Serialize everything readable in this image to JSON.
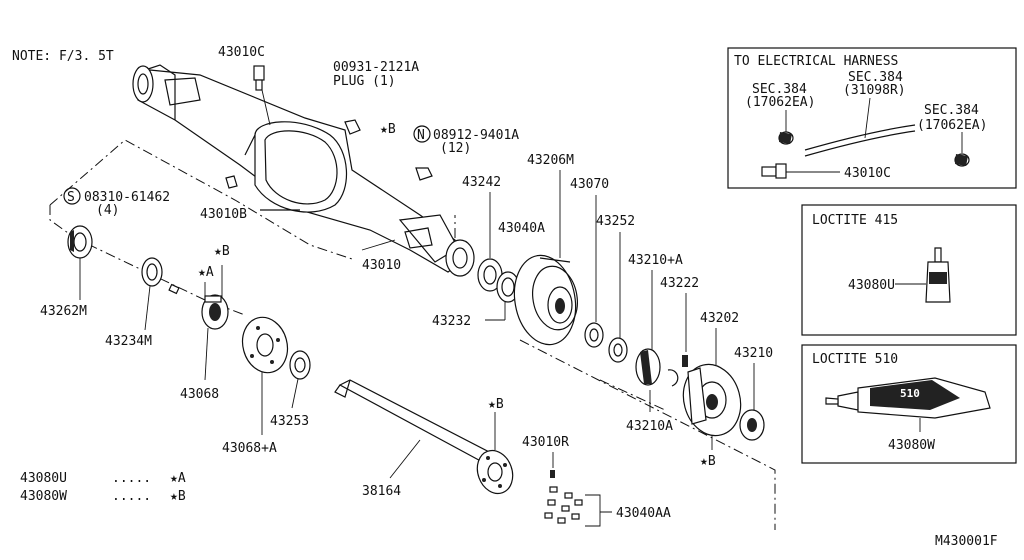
{
  "note": "NOTE: F/3. 5T",
  "diagram_code": "M430001F",
  "parts": {
    "p43010C_top": "43010C",
    "plug_no": "00931-2121A",
    "plug_name": "PLUG (1)",
    "star_b": "B",
    "p43010B": "43010B",
    "p43010": "43010",
    "n_no": "08912-9401A",
    "n_qty": "(12)",
    "s_no": "08310-61462",
    "s_qty": "(4)",
    "p43242": "43242",
    "p43206M": "43206M",
    "p43070": "43070",
    "p43040A": "43040A",
    "p43252": "43252",
    "p43210A_plus": "43210+A",
    "p43222": "43222",
    "p43202": "43202",
    "p43210": "43210",
    "p43232": "43232",
    "p43262M": "43262M",
    "p43234M": "43234M",
    "p43068": "43068",
    "p43068A": "43068+A",
    "p43253": "43253",
    "p38164": "38164",
    "p43010R": "43010R",
    "p43040AA": "43040AA",
    "p43210A": "43210A",
    "star_a": "A"
  },
  "legend": [
    {
      "part": "43080U",
      "dots": ".....",
      "mark": "A"
    },
    {
      "part": "43080W",
      "dots": ".....",
      "mark": "B"
    }
  ],
  "electrical": {
    "title": "TO ELECTRICAL HARNESS",
    "sec1": "SEC.384",
    "sec1_code": "(17062EA)",
    "sec2": "SEC.384",
    "sec2_code": "(31098R)",
    "sec3": "SEC.384",
    "sec3_code": "(17062EA)",
    "part": "43010C"
  },
  "loctite415": {
    "title": "LOCTITE 415",
    "part": "43080U"
  },
  "loctite510": {
    "title": "LOCTITE 510",
    "part": "43080W",
    "tube_label": "510"
  }
}
